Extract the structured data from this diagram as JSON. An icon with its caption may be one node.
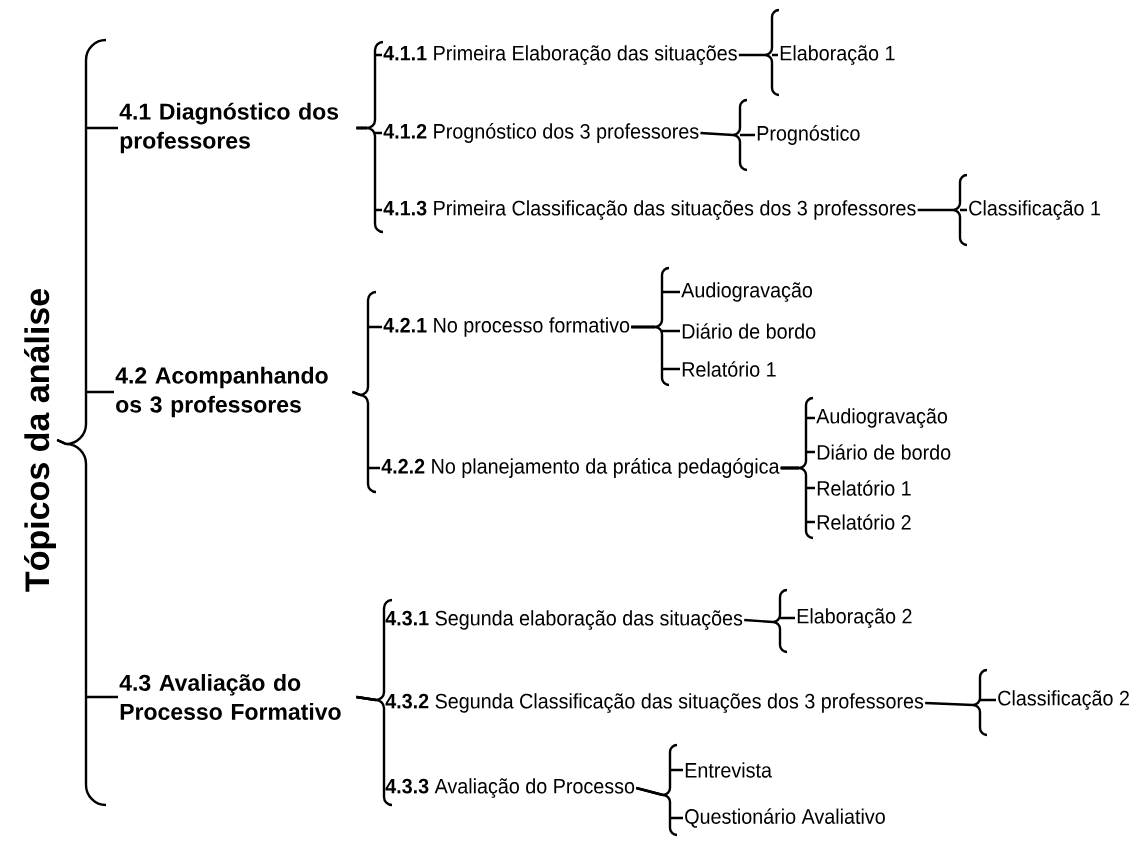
{
  "diagram": {
    "nodes": [
      {
        "text": [
          "Tópicos da análise"
        ]
      },
      {
        "text": [
          "4.1 Diagnóstico dos professores"
        ]
      },
      {
        "text": [
          "**4.1.1** Primeira Elaboração das situações"
        ]
      },
      {
        "text": [
          "Elaboração 1"
        ]
      },
      {
        "text": [
          "**4.1.2** Prognóstico dos 3 professores"
        ]
      },
      {
        "text": [
          "Prognóstico"
        ]
      },
      {
        "text": [
          "**4.1.3** Primeira Classificação das situações dos 3 professores"
        ]
      },
      {
        "text": [
          "Classificação 1"
        ]
      },
      {
        "text": [
          "4.2 Acompanhando os 3 professores"
        ]
      },
      {
        "text": [
          "**4.2.1** No processo formativo"
        ]
      },
      {
        "text": [
          "Audiogravação"
        ]
      },
      {
        "text": [
          "Diário de bordo"
        ]
      },
      {
        "text": [
          "Relatório 1"
        ]
      },
      {
        "text": [
          "**4.2.2** No planejamento da prática pedagógica"
        ]
      },
      {
        "text": [
          "Audiogravação"
        ]
      },
      {
        "text": [
          "Diário de bordo"
        ]
      },
      {
        "text": [
          "Relatório 1"
        ]
      },
      {
        "text": [
          "Relatório 2"
        ]
      },
      {
        "text": [
          "4.3 Avaliação do Processo Formativo"
        ]
      },
      {
        "text": [
          "**4.3.1** Segunda elaboração das situações"
        ]
      },
      {
        "text": [
          "Elaboração 2"
        ]
      },
      {
        "text": [
          "**4.3.2** Segunda Classificação das situações dos 3 professores"
        ]
      },
      {
        "text": [
          "Classificação 2"
        ]
      },
      {
        "text": [
          "**4.3.3** Avaliação do Processo"
        ]
      },
      {
        "text": [
          "Entrevista"
        ]
      },
      {
        "text": [
          "Questionário Avaliativo"
        ]
      }
    ],
    "edges": [
      {
        "from": 0,
        "to": 1,
        "arrow": "none"
      },
      {
        "from": 0,
        "to": 8,
        "arrow": "none"
      },
      {
        "from": 0,
        "to": 18,
        "arrow": "none"
      },
      {
        "from": 1,
        "to": 2,
        "arrow": "none"
      },
      {
        "from": 1,
        "to": 4,
        "arrow": "none"
      },
      {
        "from": 1,
        "to": 6,
        "arrow": "none"
      },
      {
        "from": 2,
        "to": 3,
        "arrow": "none"
      },
      {
        "from": 4,
        "to": 5,
        "arrow": "none"
      },
      {
        "from": 6,
        "to": 7,
        "arrow": "none"
      },
      {
        "from": 8,
        "to": 9,
        "arrow": "none"
      },
      {
        "from": 8,
        "to": 13,
        "arrow": "none"
      },
      {
        "from": 9,
        "to": 10,
        "arrow": "none"
      },
      {
        "from": 9,
        "to": 11,
        "arrow": "none"
      },
      {
        "from": 9,
        "to": 12,
        "arrow": "none"
      },
      {
        "from": 13,
        "to": 14,
        "arrow": "none"
      },
      {
        "from": 13,
        "to": 15,
        "arrow": "none"
      },
      {
        "from": 13,
        "to": 16,
        "arrow": "none"
      },
      {
        "from": 13,
        "to": 17,
        "arrow": "none"
      },
      {
        "from": 18,
        "to": 19,
        "arrow": "none"
      },
      {
        "from": 18,
        "to": 21,
        "arrow": "none"
      },
      {
        "from": 18,
        "to": 23,
        "arrow": "none"
      },
      {
        "from": 19,
        "to": 20,
        "arrow": "none"
      },
      {
        "from": 21,
        "to": 22,
        "arrow": "none"
      },
      {
        "from": 23,
        "to": 24,
        "arrow": "none"
      },
      {
        "from": 23,
        "to": 25,
        "arrow": "none"
      }
    ]
  }
}
